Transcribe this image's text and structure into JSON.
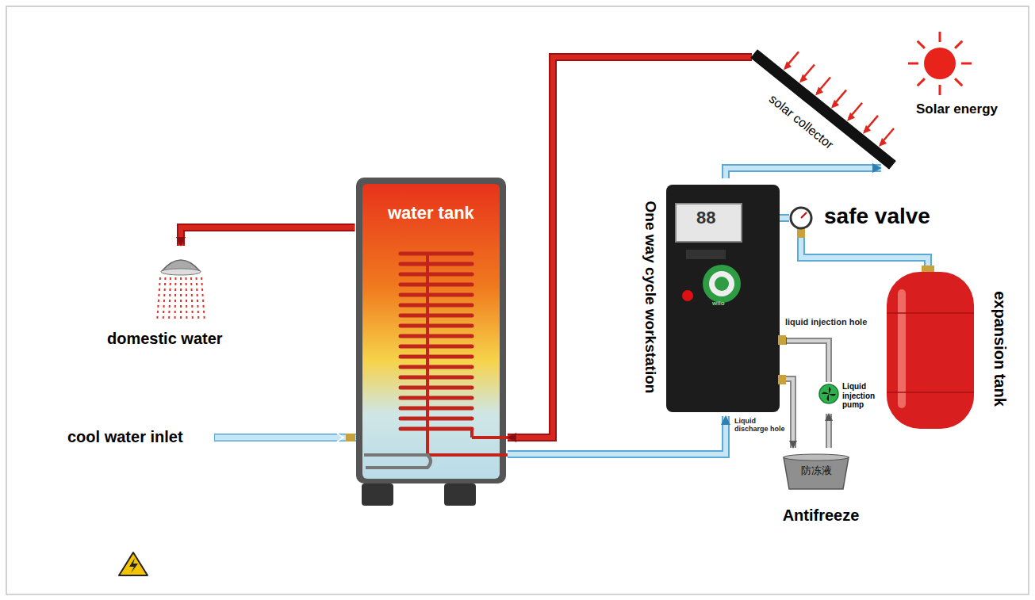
{
  "diagram": {
    "nodes": [
      {
        "text": [
          "solar collector"
        ]
      },
      {
        "text": [
          "Solar energy"
        ]
      },
      {
        "text": [
          "water tank"
        ]
      },
      {
        "text": [
          "One way cycle workstation"
        ]
      },
      {
        "text": [
          "safe valve"
        ]
      },
      {
        "text": [
          "domestic water"
        ]
      },
      {
        "text": [
          "expansion tank"
        ]
      },
      {
        "text": [
          "Liquid injection pump"
        ]
      },
      {
        "text": [
          "防冻液",
          "Antifreeze"
        ]
      }
    ],
    "edges": [
      {
        "from": 0,
        "to": 2,
        "arrow": "to"
      },
      {
        "from": 2,
        "to": 5,
        "arrow": "to"
      },
      {
        "from": 2,
        "to": 3,
        "arrow": "to"
      },
      {
        "from": 3,
        "to": 0,
        "arrow": "to"
      },
      {
        "from": 3,
        "to": 4,
        "arrow": "none"
      },
      {
        "from": 4,
        "to": 6,
        "arrow": "none"
      },
      {
        "from": 7,
        "to": 3,
        "arrow": "to"
      },
      {
        "from": 3,
        "to": 8,
        "arrow": "to"
      },
      {
        "from": 8,
        "to": 7,
        "arrow": "to"
      }
    ],
    "labels": [
      "cool water inlet",
      "liquid injection hole",
      "Liquid discharge hole",
      "wilo",
      "88"
    ]
  }
}
